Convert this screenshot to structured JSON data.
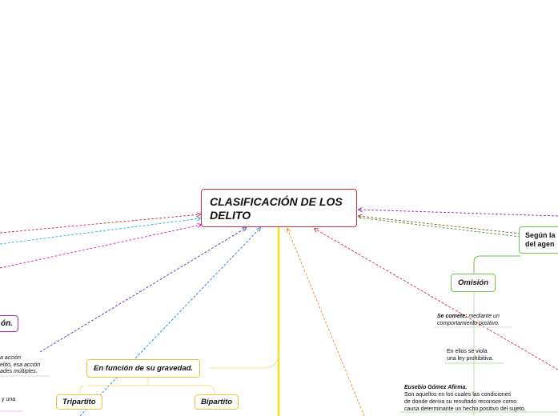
{
  "colors": {
    "main_border": "#d62b45",
    "trunk": "#f5e11a",
    "branch_yellow": "#e6c833",
    "branch_green": "#6cc44a",
    "purple": "#b02bb8"
  },
  "main_topic": {
    "label": "CLASIFICACIÓN DE LOS DELITO"
  },
  "left_nodes": {
    "partial_purple": "ón.",
    "partial_text_1": "a acción",
    "partial_text_2": "elito, esa acción",
    "partial_text_3": "ades múltiples.",
    "partial_text_4": "y una"
  },
  "gravedad": {
    "label": "En función de su gravedad.",
    "tripartito": "Tripartito",
    "bipartito": "Bipartito"
  },
  "right_nodes": {
    "segun_line1": "Según la",
    "segun_line2": "del agen",
    "omision": "Omisión",
    "se_comete_bold": "Se comete:",
    "se_comete_rest": "mediante un",
    "se_comete_line2": "comportamiento positivo.",
    "viola_line1": "En ellos se viola",
    "viola_line2": "una ley prohibitiva.",
    "eusebio_title": "Eusebio Gómez Afirma.",
    "eusebio_line1": "Son aquellos en los cuales las condiciones",
    "eusebio_line2": "de donde deriva su resultado reconoce como",
    "eusebio_line3": "causa determinante un hecho positivo del sujeto."
  }
}
